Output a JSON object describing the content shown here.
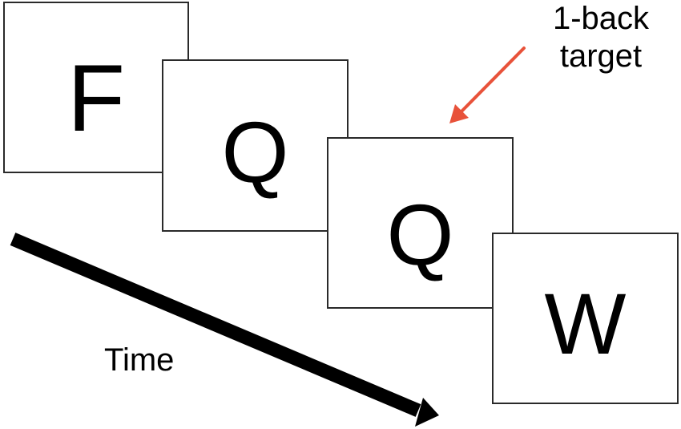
{
  "cards": [
    {
      "letter": "F"
    },
    {
      "letter": "Q"
    },
    {
      "letter": "Q"
    },
    {
      "letter": "W"
    }
  ],
  "target_label": {
    "line1": "1-back",
    "line2": "target",
    "color": "#e8523a"
  },
  "time_label": "Time",
  "colors": {
    "card_border": "#2a2a2a",
    "time_arrow": "#000000",
    "target_arrow": "#e8523a"
  }
}
